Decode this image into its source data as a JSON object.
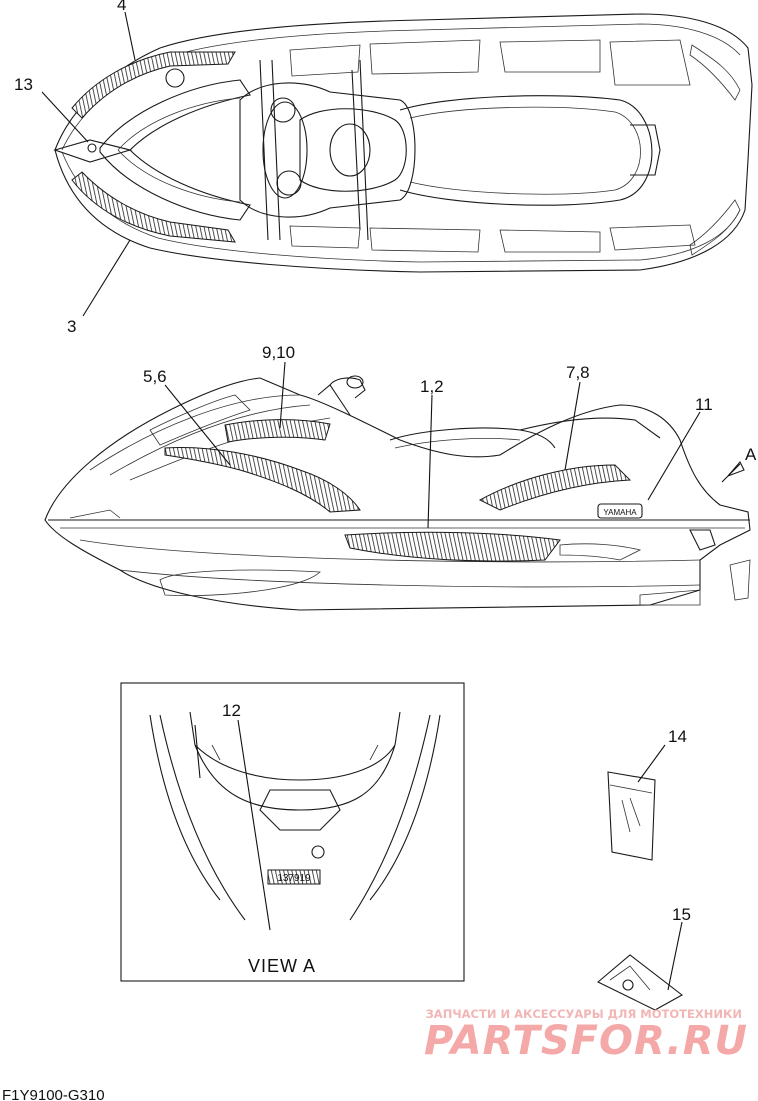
{
  "callouts": {
    "c4": "4",
    "c13": "13",
    "c3": "3",
    "c910": "9,10",
    "c56": "5,6",
    "c12b": "1,2",
    "c78": "7,8",
    "c11": "11",
    "cA": "A",
    "c12": "12",
    "c14": "14",
    "c15": "15"
  },
  "view_label": "VIEW A",
  "decal_text": "YAMAHA",
  "plate_text": "137919",
  "diagram_code": "F1Y9100-G310",
  "watermark": {
    "small": "ЗАПЧАСТИ И АКСЕССУАРЫ ДЛЯ МОТОТЕХНИКИ",
    "big": "PARTSFOR.RU"
  }
}
